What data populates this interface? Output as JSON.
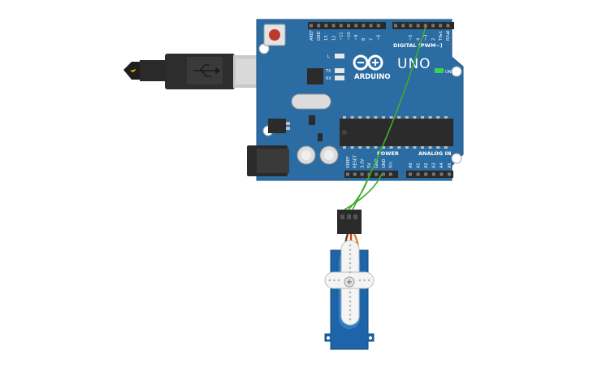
{
  "board": {
    "name": "UNO",
    "brand": "ARDUINO",
    "on_label": "ON",
    "digital_header": "DIGITAL (PWM~)",
    "power_header": "POWER",
    "analog_header": "ANALOG IN",
    "led_labels": [
      "L",
      "TX",
      "RX"
    ],
    "digital_pins": [
      "AREF",
      "GND",
      "13",
      "12",
      "~11",
      "~10",
      "~9",
      "8",
      "7",
      "~6",
      "~5",
      "4",
      "~3",
      "2",
      "TX▸1",
      "RX◂0"
    ],
    "power_pins": [
      "IOREF",
      "RESET",
      "3.3V",
      "5V",
      "GND",
      "GND",
      "Vin"
    ],
    "analog_pins": [
      "A0",
      "A1",
      "A2",
      "A3",
      "A4",
      "A5"
    ],
    "colors": {
      "board": "#2b6ca3",
      "board_edge": "#1f5282",
      "header": "#2a2a2a",
      "chip": "#2b2b2b",
      "wire": "#3fae2a",
      "usb": "#2d2d2d",
      "servo": "#1d64a8"
    }
  },
  "components": {
    "usb_cable": "usb-cable",
    "servo": "micro-servo",
    "wires": [
      "signal-wire",
      "power-wire",
      "ground-wire"
    ]
  }
}
